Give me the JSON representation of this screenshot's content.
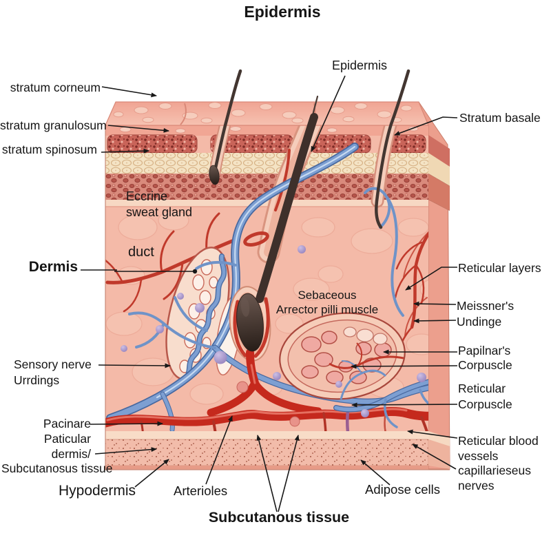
{
  "title": "Epidermis",
  "labels": {
    "epidermis_mid": "Epidermis",
    "stratum_corneum": "stratum corneum",
    "stratum_granulosum": "stratum granulosum",
    "stratum_spinosum": "stratum spinosum",
    "stratum_basale": "Stratum basale",
    "eccrine_line1": "Eccrine",
    "eccrine_line2": "sweat gland",
    "duct": "duct",
    "dermis": "Dermis",
    "sebaceous_line1": "Sebaceous",
    "sebaceous_line2": "Arrector pilli muscle",
    "reticular_layers": "Reticular layers",
    "meissners_line1": "Meissner's",
    "meissners_line2": "Undinge",
    "papilnars_line1": "Papilnar's",
    "papilnars_line2": "Corpuscle",
    "reticular_corpuscle_line1": "Reticular",
    "reticular_corpuscle_line2": "Corpuscle",
    "sensory_line1": "Sensory nerve",
    "sensory_line2": "Urrdings",
    "pacinare_line1": "Pacinare",
    "pacinare_line2": "Paticular",
    "pacinare_line3": "dermis/",
    "pacinare_line4": "Subcutanosus tissue",
    "hypodermis": "Hypodermis",
    "arterioles": "Arterioles",
    "subcutanous_tissue": "Subcutanous tissue",
    "adipose_cells": "Adipose cells",
    "reticular_blood_line1": "Reticular blood",
    "reticular_blood_line2": "vessels",
    "capillaries_line1": "capillarieseus",
    "capillaries_line2": "nerves"
  },
  "colors": {
    "background": "#ffffff",
    "label_text": "#151515",
    "leader_line": "#181818",
    "dermis_pink": "#f4baa8",
    "corneum_pink": "#f1a694",
    "granulosum_red": "#c96459",
    "spinosum_cream": "#f4e3c4",
    "basale_red": "#d98a7c",
    "artery_red": "#c5291d",
    "vein_blue": "#7d9fd2",
    "hair_brown": "#3e302b",
    "corpuscle_purple": "#a795c9"
  }
}
